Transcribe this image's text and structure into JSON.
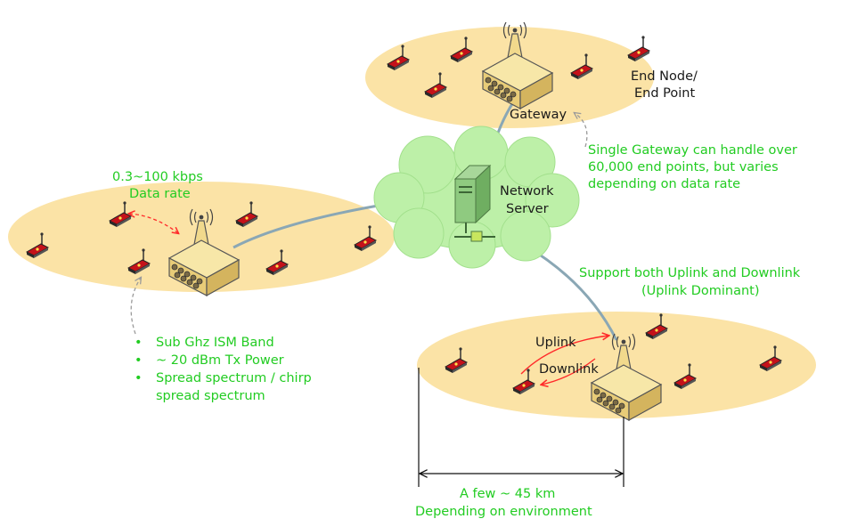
{
  "labels": {
    "end_node_line1": "End Node/",
    "end_node_line2": "End Point",
    "gateway": "Gateway",
    "network_line1": "Network",
    "network_line2": "Server",
    "uplink": "Uplink",
    "downlink": "Downlink"
  },
  "annotations": {
    "gateway_capacity": [
      "Single Gateway can handle over",
      "60,000 end points, but varies",
      "depending on data rate"
    ],
    "data_rate": [
      "0.3~100 kbps",
      "Data rate"
    ],
    "link_direction": [
      "Support both Uplink and Downlink",
      "(Uplink Dominant)"
    ],
    "features_bullet": "•",
    "features": [
      "Sub Ghz ISM Band",
      "~ 20 dBm Tx Power",
      "Spread spectrum / chirp"
    ],
    "features_continuation": "spread spectrum",
    "distance": [
      "A few ~ 45 km",
      "Depending on environment"
    ]
  },
  "colors": {
    "annotation_green": "#22cc22",
    "cell_fill": "#fbe3a6",
    "cloud_fill": "#bdf0a8",
    "backhaul": "#8aa7b5",
    "node_red": "#c4121a",
    "gateway_body": "#f1d98c",
    "radio_arrow": "#ff2a2a",
    "callout_arrow": "#9a9a9a"
  }
}
